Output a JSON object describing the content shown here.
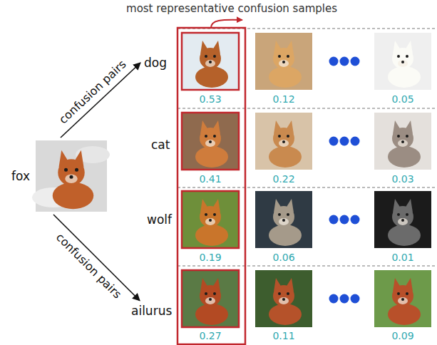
{
  "diagram": {
    "title": "most representative confusion samples",
    "nodes": [
      {
        "text": [
          "fox"
        ]
      },
      {
        "text": [
          "dog"
        ]
      },
      {
        "text": [
          "cat"
        ]
      },
      {
        "text": [
          "wolf"
        ]
      },
      {
        "text": [
          "ailurus"
        ]
      }
    ],
    "edges": [
      {
        "from": 0,
        "to": 1,
        "arrow": "to",
        "label": "confusion pairs"
      },
      {
        "from": 0,
        "to": 4,
        "arrow": "to",
        "label": "confusion pairs"
      }
    ],
    "labels": [
      "0.53",
      "0.12",
      "0.05",
      "0.41",
      "0.22",
      "0.03",
      "0.19",
      "0.06",
      "0.01",
      "0.27",
      "0.11",
      "0.09"
    ]
  }
}
